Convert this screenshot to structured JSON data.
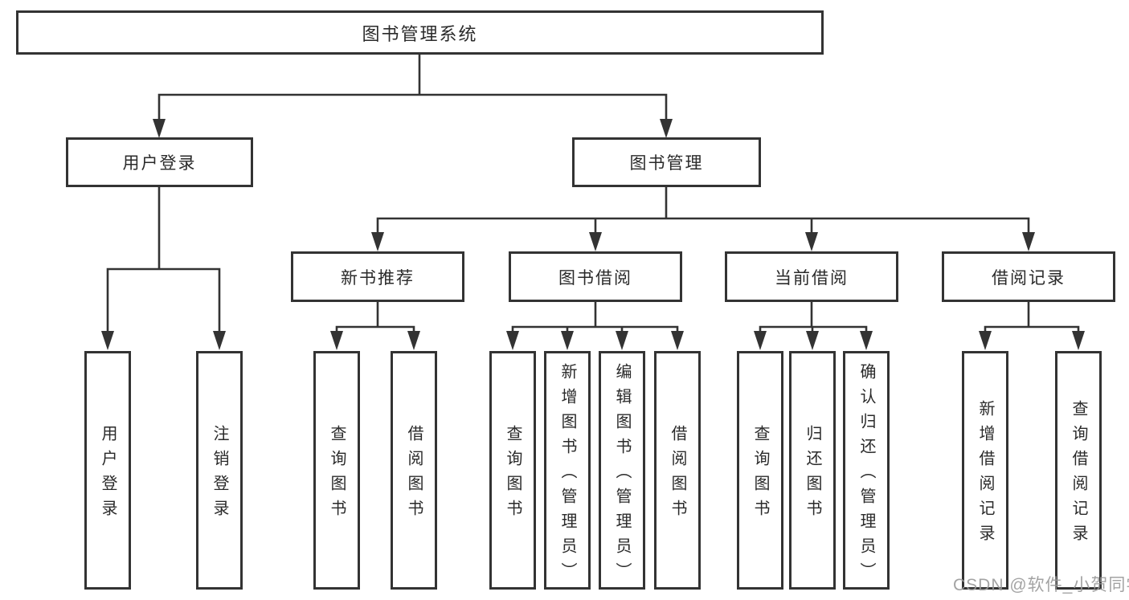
{
  "diagram": {
    "type": "hierarchy-tree",
    "tree": {
      "label": "图书管理系统",
      "children": [
        {
          "label": "用户登录",
          "children": [
            {
              "label": "用户登录"
            },
            {
              "label": "注销登录"
            }
          ]
        },
        {
          "label": "图书管理",
          "children": [
            {
              "label": "新书推荐",
              "children": [
                {
                  "label": "查询图书"
                },
                {
                  "label": "借阅图书"
                }
              ]
            },
            {
              "label": "图书借阅",
              "children": [
                {
                  "label": "查询图书"
                },
                {
                  "label": "新增图书（管理员）"
                },
                {
                  "label": "编辑图书（管理员）"
                },
                {
                  "label": "借阅图书"
                }
              ]
            },
            {
              "label": "当前借阅",
              "children": [
                {
                  "label": "查询图书"
                },
                {
                  "label": "归还图书"
                },
                {
                  "label": "确认归还（管理员）"
                }
              ]
            },
            {
              "label": "借阅记录",
              "children": [
                {
                  "label": "新增借阅记录"
                },
                {
                  "label": "查询借阅记录"
                }
              ]
            }
          ]
        }
      ]
    }
  },
  "watermark": {
    "text": "CSDN @软件_小贺同学"
  },
  "colors": {
    "line": "#333333",
    "border": "#333333",
    "text": "#2a2a2a",
    "watermark": "#9a9a9a",
    "background": "#ffffff"
  }
}
